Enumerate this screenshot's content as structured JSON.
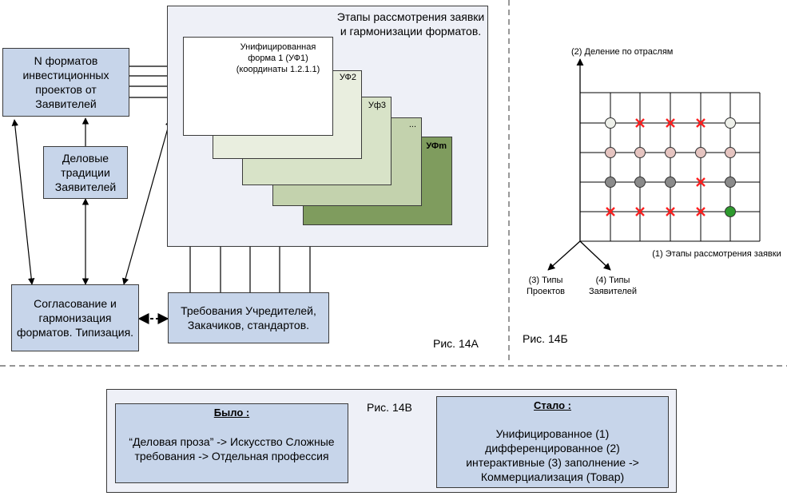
{
  "fig_a": {
    "caption": "Рис. 14А",
    "stages_title": "Этапы рассмотрения заявки и гармонизации форматов.",
    "formats_box": "N форматов инвестиционных проектов от Заявителей",
    "traditions_box": "Деловые традиции Заявителей",
    "harmonization_box": "Согласование и гармонизация форматов. Типизация.",
    "requirements_box": "Требования Учредителей, Закачиков, стандартов.",
    "forms": [
      {
        "label": "Унифицированная форма 1 (УФ1) (координаты 1.2.1.1)",
        "color": "#ffffff"
      },
      {
        "label": "УФ2",
        "color": "#e9eedf"
      },
      {
        "label": "Уф3",
        "color": "#d8e3c8"
      },
      {
        "label": "...",
        "color": "#c3d2ad"
      },
      {
        "label": "УФm",
        "color": "#7f9c5e"
      }
    ]
  },
  "fig_b": {
    "caption": "Рис. 14Б",
    "axis_y": "(2) Деление по отраслям",
    "axis_x": "(1) Этапы рассмотрения заявки",
    "axis_z1": "(3) Типы Проектов",
    "axis_z2": "(4) Типы Заявителей",
    "grid_rows": [
      [
        "light",
        "x",
        "x",
        "x",
        "light"
      ],
      [
        "pink",
        "pink",
        "pink",
        "pink",
        "pink"
      ],
      [
        "gray",
        "gray",
        "gray",
        "x",
        "gray"
      ],
      [
        "x",
        "x",
        "x",
        "x",
        "green"
      ]
    ],
    "colors": {
      "light": "#eef0ea",
      "pink": "#e5c4c0",
      "gray": "#8a8a8a",
      "green": "#2e9a2e",
      "cross": "#ff2020"
    }
  },
  "fig_c": {
    "caption": "Рис. 14В",
    "before_title": "Было :",
    "before_text": "“Деловая проза” -> Искусство Сложные требования -> Отдельная профессия",
    "after_title": "Стало :",
    "after_text": "Унифицированное (1) дифференцированное (2) интерактивные (3) заполнение -> Коммерциализация (Товар)"
  }
}
